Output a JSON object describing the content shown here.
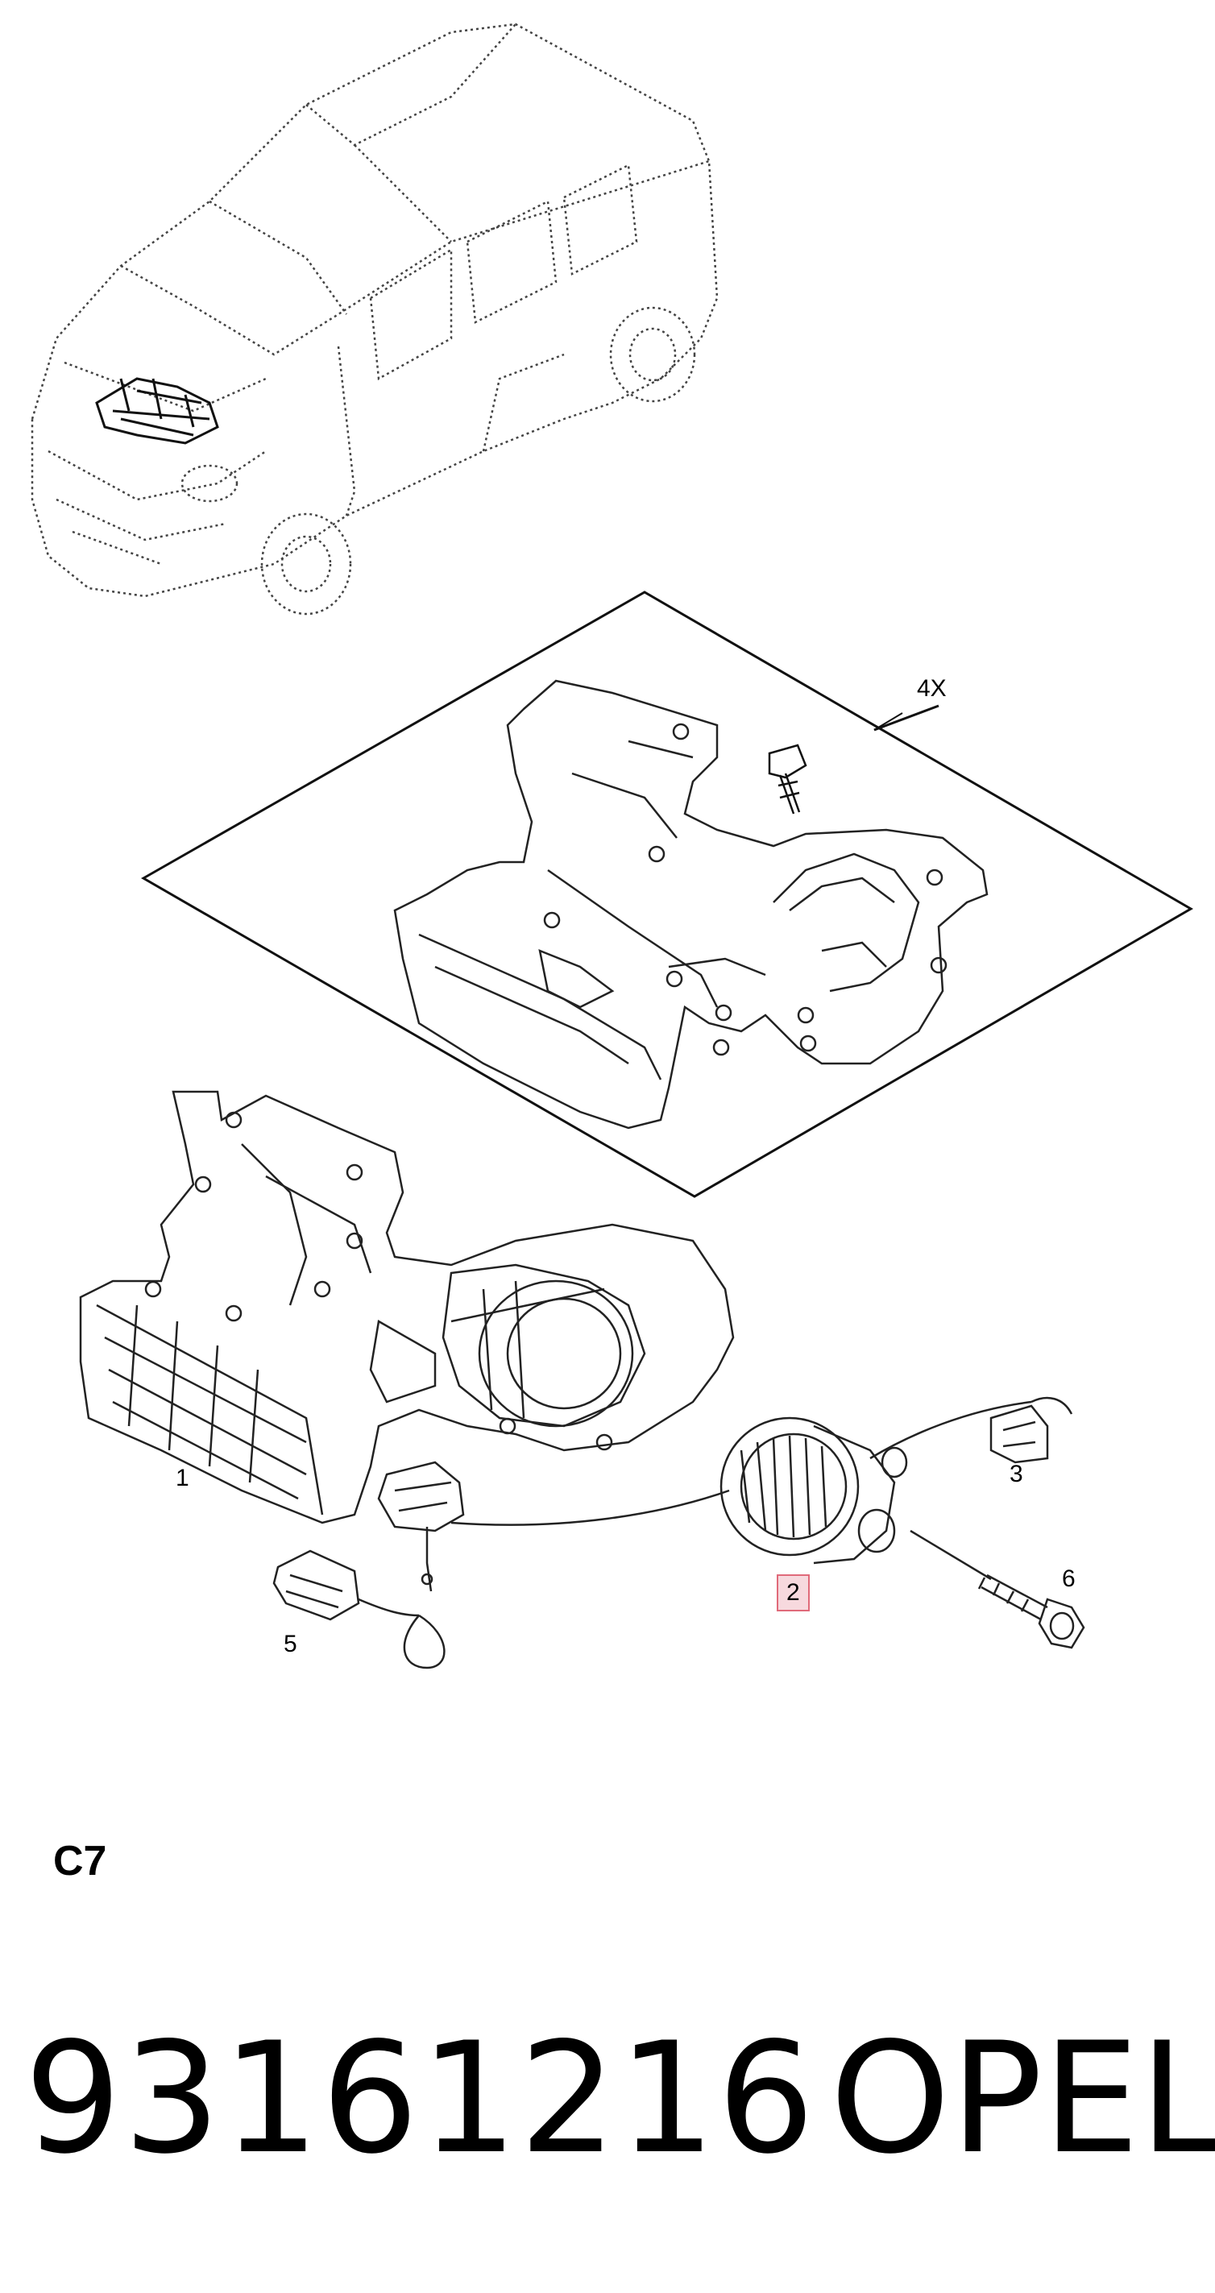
{
  "callouts": {
    "c4x": "4X",
    "c1": "1",
    "c2": "2",
    "c3": "3",
    "c5": "5",
    "c6": "6"
  },
  "highlight_color": "#e06a7a",
  "section_code": "C7",
  "part_number": "93161216",
  "brand": "OPEL"
}
